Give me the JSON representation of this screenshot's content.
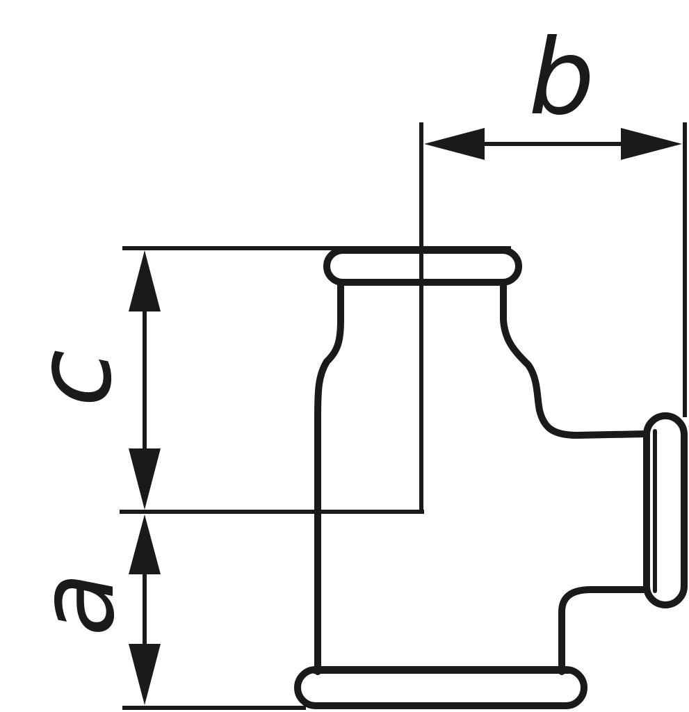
{
  "diagram": {
    "labels": {
      "a": "a",
      "b": "b",
      "c": "c"
    },
    "colors": {
      "stroke": "#1a1a1a",
      "background": "#ffffff"
    }
  }
}
